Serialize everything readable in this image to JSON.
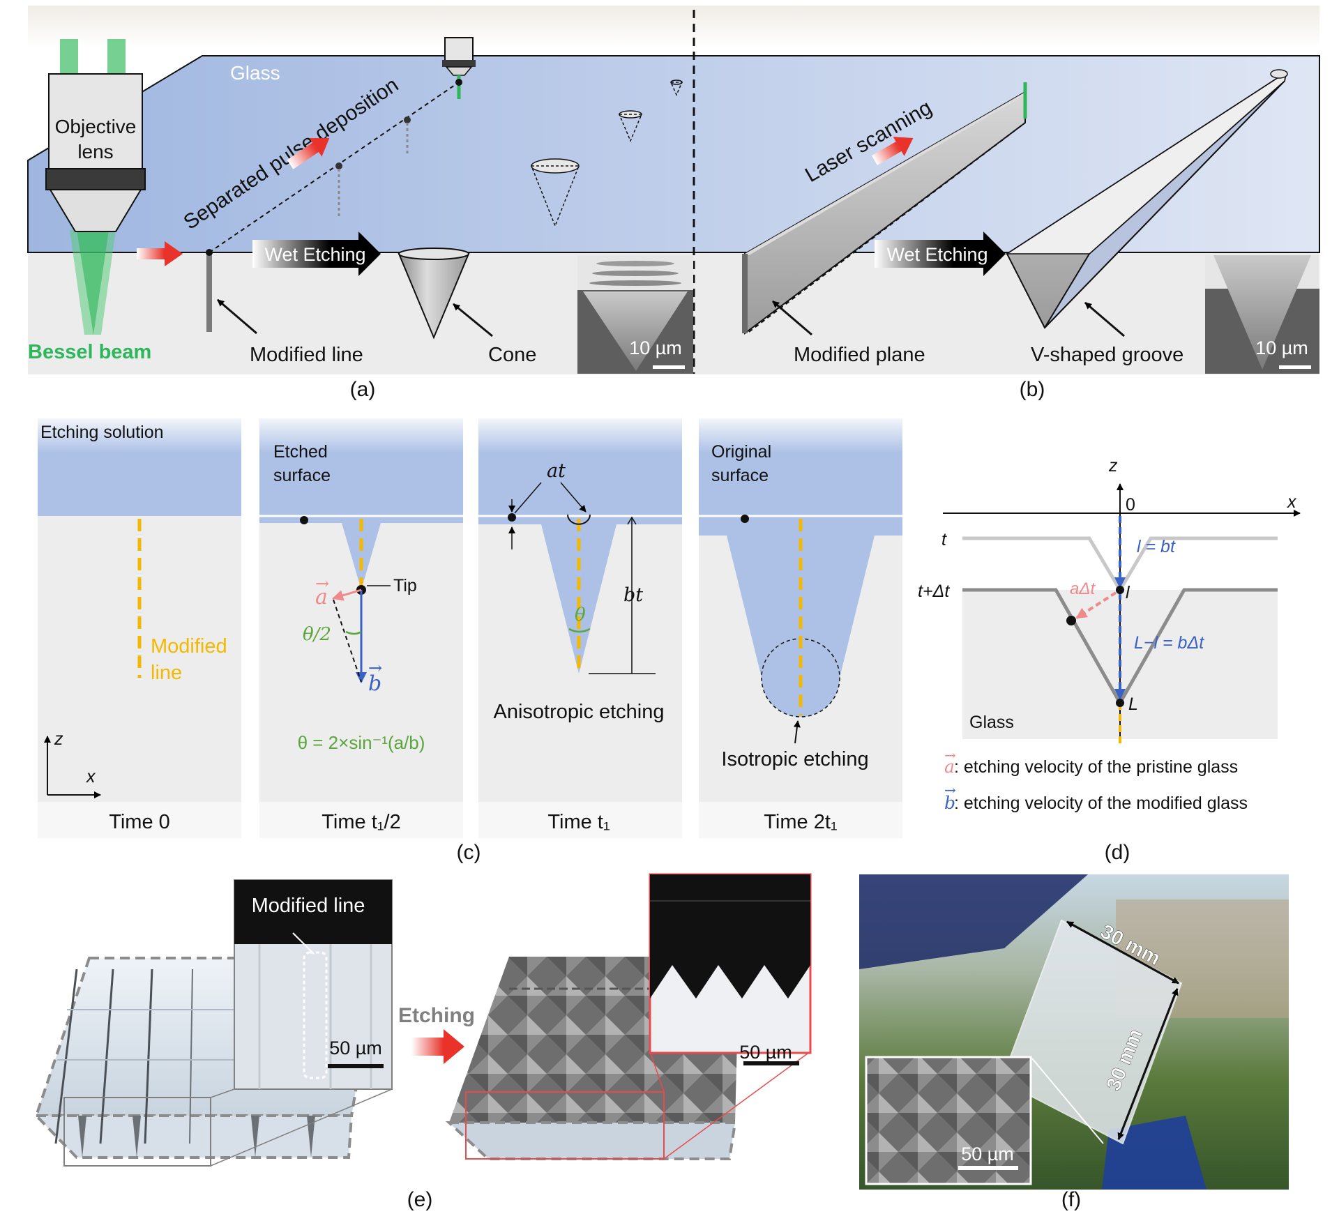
{
  "panel_a": {
    "label": "(a)",
    "glass": "Glass",
    "objective_line1": "Objective",
    "objective_line2": "lens",
    "bessel": "Bessel beam",
    "deposition": "Separated pulse deposition",
    "wet_etching": "Wet Etching",
    "modified_line": "Modified line",
    "cone": "Cone",
    "scale": "10 µm"
  },
  "panel_b": {
    "label": "(b)",
    "scanning": "Laser scanning",
    "wet_etching": "Wet Etching",
    "modified_plane": "Modified plane",
    "groove": "V-shaped groove",
    "scale": "10 µm"
  },
  "panel_c": {
    "label": "(c)",
    "etching_solution": "Etching solution",
    "modified_line_1": "Modified",
    "modified_line_2": "line",
    "axis_z": "z",
    "axis_x": "x",
    "time0": "Time 0",
    "etched_surface_1": "Etched",
    "etched_surface_2": "surface",
    "tip": "Tip",
    "vec_a": "a",
    "vec_b": "b",
    "half_angle": "θ/2",
    "theta_formula": "θ = 2×sin⁻¹(a/b)",
    "time_half": "Time t₁/2",
    "at": "at",
    "bt": "bt",
    "theta": "θ",
    "anisotropic": "Anisotropic etching",
    "time_t1": "Time t₁",
    "original_surface_1": "Original",
    "original_surface_2": "surface",
    "isotropic": "Isotropic etching",
    "time_2t1": "Time 2t₁"
  },
  "panel_d": {
    "label": "(d)",
    "z": "z",
    "x": "x",
    "origin": "0",
    "t": "t",
    "t_dt": "t+Δt",
    "l_bt": "l = bt",
    "a_dt": "aΔt",
    "l": "l",
    "L_l": "L−l = bΔt",
    "L": "L",
    "glass": "Glass",
    "legend_a_sym": "a",
    "legend_a": ": etching velocity of the pristine glass",
    "legend_b_sym": "b",
    "legend_b": " : etching velocity of the modified glass"
  },
  "panel_e": {
    "label": "(e)",
    "modified_line": "Modified line",
    "scale1": "50 µm",
    "etching": "Etching",
    "scale2": "50 µm"
  },
  "panel_f": {
    "label": "(f)",
    "dim1": "30 mm",
    "dim2": "30 mm",
    "scale": "50 µm"
  },
  "colors": {
    "glass_blue": "#a9bde3",
    "glass_grey": "#ececec",
    "bessel_green": "#2eb65a",
    "red_arrow": "#e8322a",
    "orange_dash": "#f5b800",
    "vec_a_pink": "#f08a8a",
    "vec_b_blue": "#3a62c4",
    "theta_green": "#5aa63a",
    "etch_blue": "#adc1e6"
  }
}
